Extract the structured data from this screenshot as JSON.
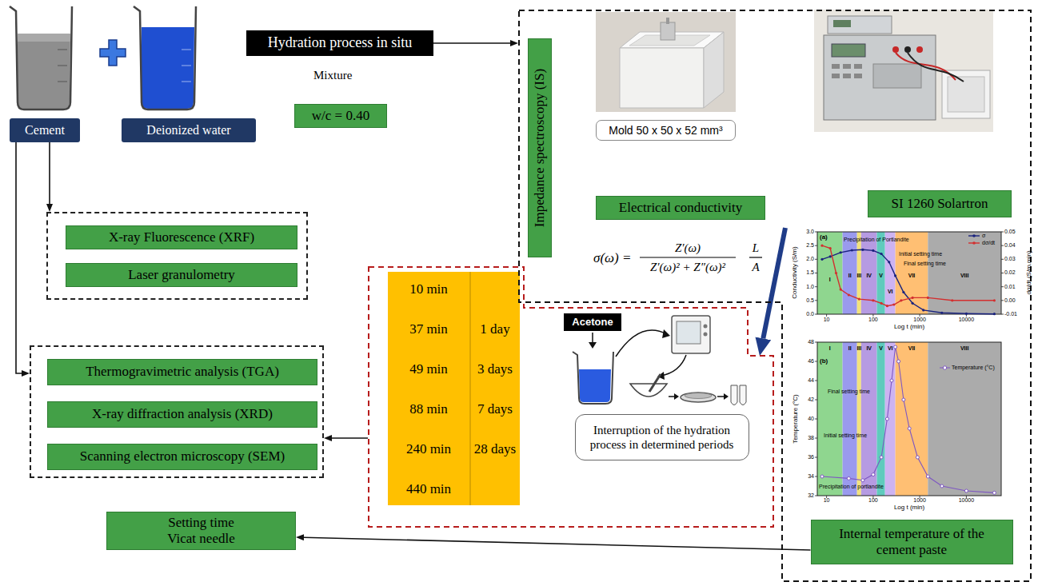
{
  "diagram": {
    "nodes": [
      {
        "text": [
          "Cement"
        ]
      },
      {
        "text": [
          "Deionized water"
        ]
      },
      {
        "text": [
          "Hydration process in situ"
        ]
      },
      {
        "text": [
          "w/c = 0.40"
        ]
      },
      {
        "text": []
      },
      {
        "text": [
          "Impedance spectroscopy (IS)"
        ],
        "in": 4
      },
      {
        "text": [
          "Mold 50 x 50 x 52 mm³"
        ],
        "in": 4
      },
      {
        "text": [
          "SI 1260 Solartron"
        ],
        "in": 4
      },
      {
        "text": [
          "Electrical conductivity"
        ],
        "in": 4
      },
      {
        "text": [
          "Internal temperature of the cement paste"
        ],
        "in": 4
      },
      {
        "text": []
      },
      {
        "text": [
          "X-ray Fluorescence (XRF)"
        ],
        "in": 10
      },
      {
        "text": [
          "Laser granulometry"
        ],
        "in": 10
      },
      {
        "text": []
      },
      {
        "text": [
          "Thermogravimetric analysis (TGA)"
        ],
        "in": 13
      },
      {
        "text": [
          "X-ray diffraction analysis (XRD)"
        ],
        "in": 13
      },
      {
        "text": [
          "Scanning electron microscopy (SEM)"
        ],
        "in": 13
      },
      {
        "text": []
      },
      {
        "text": [
          "Acetone"
        ],
        "in": 17
      },
      {
        "text": [
          "Interruption of the hydration process in determined periods"
        ],
        "in": 17
      },
      {
        "text": [
          "Setting time Vicat needle"
        ]
      }
    ],
    "edges": [
      {
        "from": 0,
        "to": 10,
        "arrow": "to"
      },
      {
        "from": 0,
        "to": 13,
        "arrow": "to"
      },
      {
        "from": 2,
        "to": 4,
        "arrow": "to"
      },
      {
        "from": 4,
        "to": 17,
        "arrow": "to"
      },
      {
        "from": 17,
        "to": 13,
        "arrow": "to"
      },
      {
        "from": 9,
        "to": 20,
        "arrow": "to"
      }
    ],
    "labels": [
      "Mixture",
      "σ(ω) =",
      "Z′(ω)",
      "Z′(ω)² + Z″(ω)²",
      "L",
      "A",
      "10 min",
      "37 min",
      "49 min",
      "88 min",
      "240 min",
      "440 min",
      "1 day",
      "3 days",
      "7 days",
      "28 days",
      "(a)",
      "Conductivity (S/m)",
      "dσ/dt (S/m.min)",
      "Log t (min)",
      "0.0",
      "0.5",
      "1.0",
      "1.5",
      "2.0",
      "2.5",
      "3.0",
      "-0.01",
      "0.00",
      "0.01",
      "0.02",
      "0.03",
      "0.04",
      "0.05",
      "10",
      "100",
      "1000",
      "10000",
      "I",
      "II",
      "III",
      "IV",
      "V",
      "VI",
      "VII",
      "VIII",
      "Precipitation of Portlandite",
      "Initial setting time",
      "Final setting time",
      "(b)",
      "Temperature (°C)",
      "Log t (min)",
      "32",
      "34",
      "36",
      "38",
      "40",
      "42",
      "44",
      "46",
      "48",
      "10",
      "100",
      "1000",
      "10000",
      "I",
      "II",
      "III",
      "IV",
      "V",
      "VI",
      "VII",
      "VIII",
      "Final setting time",
      "Initial setting time",
      "Precipitation of portlandite"
    ],
    "legend": [
      {
        "text": "σ"
      },
      {
        "text": "dσ/dt"
      },
      {
        "text": "Temperature (°C)"
      }
    ]
  }
}
